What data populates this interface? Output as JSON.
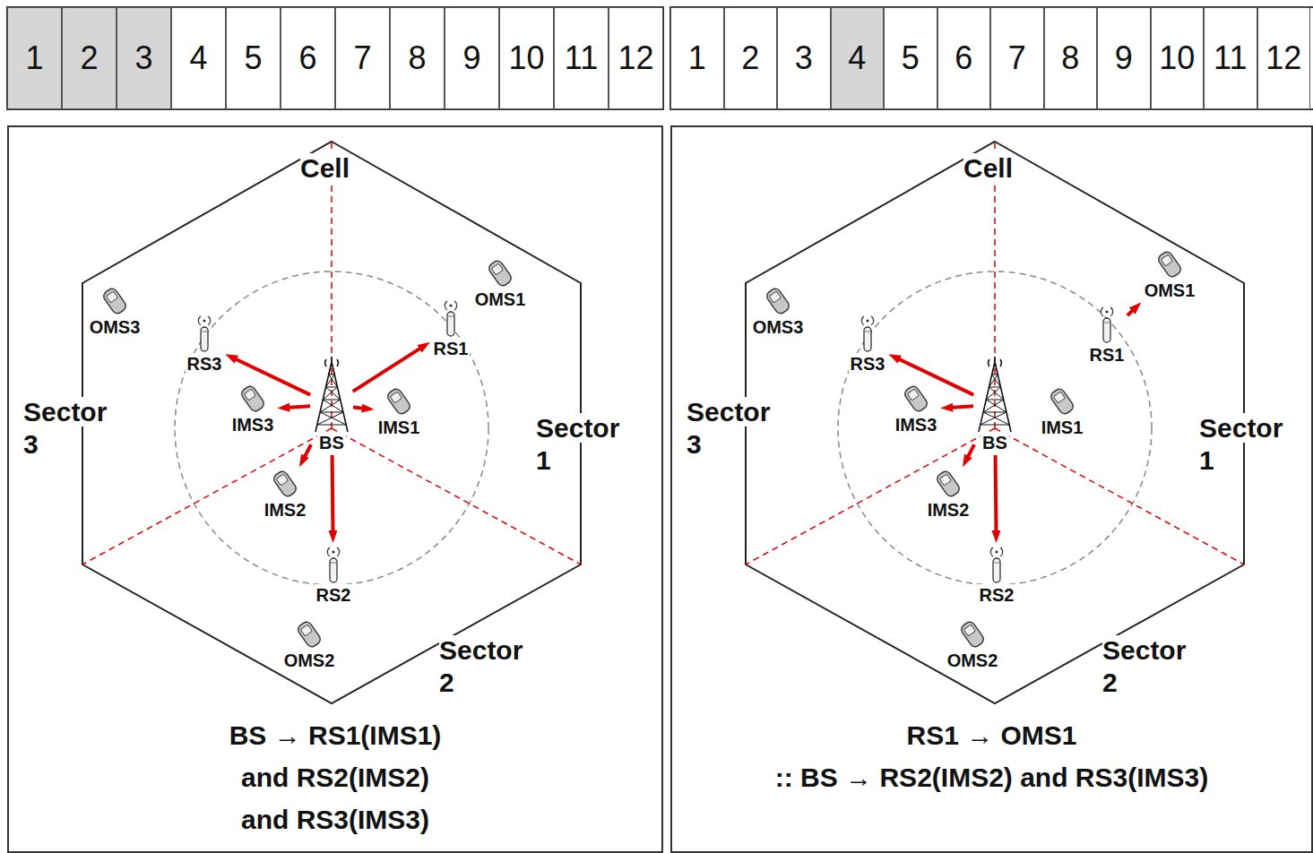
{
  "diagram": {
    "nodes": [
      {
        "text": [
          "1"
        ]
      },
      {
        "text": [
          "2"
        ]
      },
      {
        "text": [
          "3"
        ]
      },
      {
        "text": [
          "4"
        ]
      },
      {
        "text": [
          "5"
        ]
      },
      {
        "text": [
          "6"
        ]
      },
      {
        "text": [
          "7"
        ]
      },
      {
        "text": [
          "8"
        ]
      },
      {
        "text": [
          "9"
        ]
      },
      {
        "text": [
          "10"
        ]
      },
      {
        "text": [
          "11"
        ]
      },
      {
        "text": [
          "12"
        ]
      },
      {
        "text": [
          "1"
        ]
      },
      {
        "text": [
          "2"
        ]
      },
      {
        "text": [
          "3"
        ]
      },
      {
        "text": [
          "4"
        ]
      },
      {
        "text": [
          "5"
        ]
      },
      {
        "text": [
          "6"
        ]
      },
      {
        "text": [
          "7"
        ]
      },
      {
        "text": [
          "8"
        ]
      },
      {
        "text": [
          "9"
        ]
      },
      {
        "text": [
          "10"
        ]
      },
      {
        "text": [
          "11"
        ]
      },
      {
        "text": [
          "12"
        ]
      },
      {
        "text": [
          "BS → RS1(IMS1) and RS2(IMS2) and RS3(IMS3)"
        ]
      },
      {
        "text": [
          "OMS1"
        ],
        "in": 24
      },
      {
        "text": [
          "OMS3"
        ],
        "in": 24
      },
      {
        "text": [
          "RS1"
        ],
        "in": 24
      },
      {
        "text": [
          "RS3"
        ],
        "in": 24
      },
      {
        "text": [
          "IMS3"
        ],
        "in": 24
      },
      {
        "text": [
          "IMS1"
        ],
        "in": 24
      },
      {
        "text": [
          "BS"
        ],
        "in": 24
      },
      {
        "text": [
          "IMS2"
        ],
        "in": 24
      },
      {
        "text": [
          "RS2"
        ],
        "in": 24
      },
      {
        "text": [
          "OMS2"
        ],
        "in": 24
      },
      {
        "text": [
          "RS1 → OMS1",
          ":: BS → RS2(IMS2) and RS3(IMS3)"
        ]
      },
      {
        "text": [
          "OMS1"
        ],
        "in": 35
      },
      {
        "text": [
          "OMS3"
        ],
        "in": 35
      },
      {
        "text": [
          "RS1"
        ],
        "in": 35
      },
      {
        "text": [
          "RS3"
        ],
        "in": 35
      },
      {
        "text": [
          "IMS3"
        ],
        "in": 35
      },
      {
        "text": [
          "IMS1"
        ],
        "in": 35
      },
      {
        "text": [
          "BS"
        ],
        "in": 35
      },
      {
        "text": [
          "IMS2"
        ],
        "in": 35
      },
      {
        "text": [
          "RS2"
        ],
        "in": 35
      },
      {
        "text": [
          "OMS2"
        ],
        "in": 35
      }
    ],
    "edges": [
      {
        "from": 31,
        "to": 27,
        "arrow": "to"
      },
      {
        "from": 31,
        "to": 30,
        "arrow": "to"
      },
      {
        "from": 31,
        "to": 33,
        "arrow": "to"
      },
      {
        "from": 31,
        "to": 32,
        "arrow": "to"
      },
      {
        "from": 31,
        "to": 28,
        "arrow": "to"
      },
      {
        "from": 31,
        "to": 29,
        "arrow": "to"
      },
      {
        "from": 38,
        "to": 36,
        "arrow": "to"
      },
      {
        "from": 42,
        "to": 39,
        "arrow": "to"
      },
      {
        "from": 42,
        "to": 40,
        "arrow": "to"
      },
      {
        "from": 42,
        "to": 44,
        "arrow": "to"
      },
      {
        "from": 42,
        "to": 43,
        "arrow": "to"
      }
    ],
    "labels": [
      "Cell",
      "Sector 3",
      "Sector 1",
      "Sector 2",
      "Cell",
      "Sector 3",
      "Sector 1",
      "Sector 2"
    ]
  }
}
